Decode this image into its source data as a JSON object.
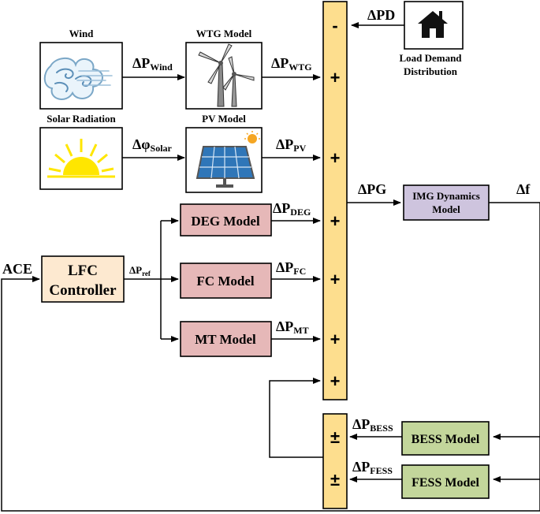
{
  "blocks": {
    "wind": "Wind",
    "wtg": "WTG Model",
    "solar": "Solar Radiation",
    "pv": "PV Model",
    "load_line1": "Load Demand",
    "load_line2": "Distribution",
    "deg": "DEG Model",
    "fc": "FC Model",
    "mt": "MT Model",
    "lfc_line1": "LFC",
    "lfc_line2": "Controller",
    "img_line1": "IMG Dynamics",
    "img_line2": "Model",
    "bess": "BESS Model",
    "fess": "FESS Model"
  },
  "signals": {
    "pd": "ΔPD",
    "p_wind": "ΔP",
    "p_wind_sub": "Wind",
    "p_wtg": "ΔP",
    "p_wtg_sub": "WTG",
    "phi_solar": "Δφ",
    "phi_solar_sub": "Solar",
    "p_pv": "ΔP",
    "p_pv_sub": "PV",
    "pg": "ΔPG",
    "df": "Δf",
    "p_deg": "ΔP",
    "p_deg_sub": "DEG",
    "p_ref": "ΔP",
    "p_ref_sub": "ref",
    "p_fc": "ΔP",
    "p_fc_sub": "FC",
    "p_mt": "ΔP",
    "p_mt_sub": "MT",
    "p_bess": "ΔP",
    "p_bess_sub": "BESS",
    "p_fess": "ΔP",
    "p_fess_sub": "FESS",
    "ace": "ACE"
  },
  "summing_signs": {
    "s1": "-",
    "s2": "+",
    "s3": "+",
    "s4": "+",
    "s5": "+",
    "s6": "+",
    "s7": "+",
    "b1": "±",
    "b2": "±"
  },
  "colors": {
    "summing_bar": "#FDDE8E",
    "source_models": "#E6B8B8",
    "lfc_controller": "#FDE9D0",
    "img_model": "#CEC4DE",
    "storage_models": "#C3D69B"
  },
  "icons": [
    "wind-icon",
    "wind-turbine-icon",
    "sun-icon",
    "solar-panel-icon",
    "house-icon"
  ]
}
